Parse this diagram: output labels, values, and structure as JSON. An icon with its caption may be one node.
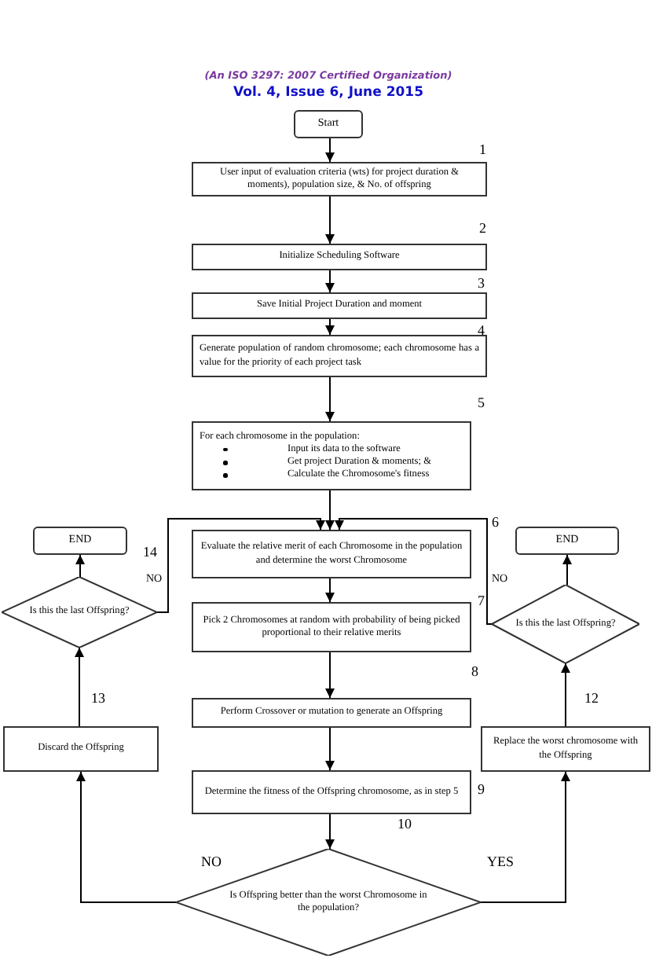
{
  "diagram": {
    "nodes": [
      {
        "text": [
          "Start"
        ]
      },
      {
        "text": [
          "User input of evaluation criteria (wts) for project duration & moments), population size, & No. of offspring"
        ]
      },
      {
        "text": [
          "Initialize Scheduling Software"
        ]
      },
      {
        "text": [
          "Save Initial Project Duration and moment"
        ]
      },
      {
        "text": [
          "Generate population of random chromosome; each chromosome has a value for the priority of each project task"
        ]
      },
      {
        "text": [
          "For each chromosome in the population:",
          "Input its data to the software",
          "Get project Duration & moments; &",
          "Calculate the Chromosome's fitness"
        ]
      },
      {
        "text": [
          "Evaluate the relative merit of each Chromosome in the population and determine the worst Chromosome"
        ]
      },
      {
        "text": [
          "Pick 2 Chromosomes at random with probability of being picked proportional to their relative merits"
        ]
      },
      {
        "text": [
          "Perform Crossover or mutation to generate an Offspring"
        ]
      },
      {
        "text": [
          "Determine the fitness of the Offspring chromosome, as in step 5"
        ]
      },
      {
        "text": [
          "Is Offspring better than the worst Chromosome in the population?"
        ]
      },
      {
        "text": [
          "Discard the Offspring"
        ]
      },
      {
        "text": [
          "Replace the worst chromosome with the Offspring"
        ]
      },
      {
        "text": [
          "Is this the last Offspring?"
        ]
      },
      {
        "text": [
          "END"
        ]
      },
      {
        "text": [
          "Is this the last Offspring?"
        ]
      },
      {
        "text": [
          "END"
        ]
      }
    ],
    "edges": [
      {
        "from": 0,
        "to": 1,
        "arrow": "to"
      },
      {
        "from": 1,
        "to": 2,
        "arrow": "to"
      },
      {
        "from": 2,
        "to": 3,
        "arrow": "to"
      },
      {
        "from": 3,
        "to": 4,
        "arrow": "to"
      },
      {
        "from": 4,
        "to": 5,
        "arrow": "to"
      },
      {
        "from": 5,
        "to": 6,
        "arrow": "to"
      },
      {
        "from": 6,
        "to": 7,
        "arrow": "to"
      },
      {
        "from": 7,
        "to": 8,
        "arrow": "to"
      },
      {
        "from": 8,
        "to": 9,
        "arrow": "to"
      },
      {
        "from": 9,
        "to": 10,
        "arrow": "to"
      },
      {
        "from": 10,
        "to": 11,
        "arrow": "to",
        "label": "NO"
      },
      {
        "from": 10,
        "to": 12,
        "arrow": "to",
        "label": "YES"
      },
      {
        "from": 11,
        "to": 13,
        "arrow": "to"
      },
      {
        "from": 12,
        "to": 15,
        "arrow": "to"
      },
      {
        "from": 13,
        "to": 14,
        "arrow": "to"
      },
      {
        "from": 15,
        "to": 16,
        "arrow": "to"
      },
      {
        "from": 13,
        "to": 6,
        "arrow": "to",
        "label": "NO"
      },
      {
        "from": 15,
        "to": 6,
        "arrow": "to",
        "label": "NO"
      }
    ],
    "labels": [
      "(An ISO 3297: 2007 Certified Organization)",
      "Vol. 4, Issue 6, June 2015",
      "1",
      "2",
      "3",
      "4",
      "5",
      "6",
      "14",
      "7",
      "8",
      "13",
      "12",
      "9",
      "10"
    ]
  }
}
